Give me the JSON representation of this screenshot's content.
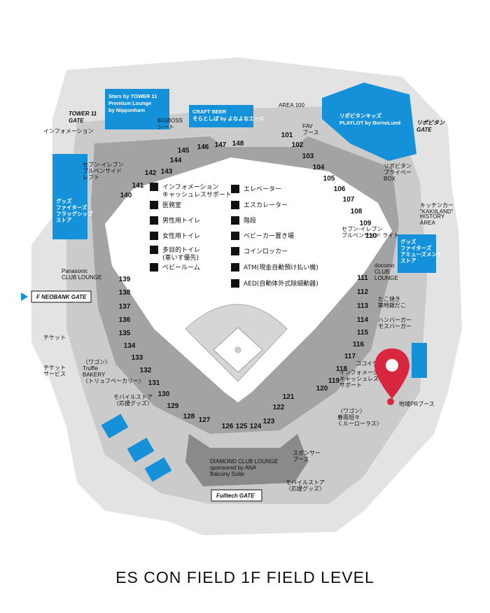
{
  "caption": "ES CON FIELD 1F FIELD LEVEL",
  "colors": {
    "concourse": "#c9c9c9",
    "seats": "#9c9c9c",
    "seats_dark": "#828282",
    "outer": "#e3e3e3",
    "field": "#ffffff",
    "blue": "#1591d9",
    "pin": "#d8263e"
  },
  "gates": {
    "tower11": "TOWER 11\nGATE",
    "neobank": "F NEOBANK GATE",
    "fulltech": "Fulltech GATE",
    "ribbitan": "リポビタン\nGATE"
  },
  "blue_areas": {
    "nipponham": "Stars by TOWER 11\nPremium Lounge\nby Nipponham",
    "craft_beer": "CRAFT BEER\nそらとしば by よなよなエール",
    "kids": "リポビタンキッズ\nPLAYLOT by BorneLund",
    "goods_left": "グッズ\nファイターズ\nフラッグシップ\nストア",
    "goods_right": "グッズ\nファイターズ\nアミューズメント\nストア"
  },
  "labels": {
    "info_top": "インフォメーション",
    "seven_left": "セブン-イレブン\nブルペンサイド\nレフト",
    "bigboss": "BIGBOSS\nシート",
    "area100": "AREA 100",
    "fav": "FAV\nブース",
    "seven_right": "セブン-イレブン\nブルペンサイド ライト",
    "kitchen": "キッチンカー\n\"KAKIILAND\"",
    "history": "HISTORY\nAREA",
    "docomo": "docomo\nCLUB\nLOUNGE",
    "panasonic": "Panasonic\nCLUB LOUNGE",
    "ticket": "チケット",
    "ticket_service": "チケット\nサービス",
    "truffle": "〈ワゴン〉\nTruffle\nBAKERY\n〈トリュフベーカリー〉",
    "mobile_left": "モバイルストア\n〈応援グッズ〉",
    "mobile_right": "モバイルストア\n〈応援グッズ〉",
    "diamond": "DIAMOND CLUB LOUNGE\nsponsored by ANA\nBalcony Suite",
    "sponsor": "スポンサー\nブース",
    "info_right": "インフォメーション\nキャッシュレス\nサポート",
    "local_pr": "地域PRブース",
    "hitsuki": "〈ワゴン〉\n春雨坦々\nくルーローラス〉",
    "hamburger": "ハンバーガー\nモスバーガー",
    "seki": "たこ焼き\n築地銀だこ",
    "coco": "ココイチ",
    "ribbitan_booth": "リポビタン\nブライベー\nBOX"
  },
  "legend": [
    {
      "icon": "info-icon",
      "text": "インフォメーション\nキャッシュレスサポート"
    },
    {
      "icon": "first-aid-icon",
      "text": "医務室"
    },
    {
      "icon": "mens-toilet-icon",
      "text": "男性用トイレ"
    },
    {
      "icon": "womens-toilet-icon",
      "text": "女性用トイレ"
    },
    {
      "icon": "multipurpose-toilet-icon",
      "text": "多目的トイレ\n(車いす優先)"
    },
    {
      "icon": "baby-room-icon",
      "text": "ベビールーム"
    },
    {
      "icon": "elevator-icon",
      "text": "エレベーター"
    },
    {
      "icon": "escalator-icon",
      "text": "エスカレーター"
    },
    {
      "icon": "stairs-icon",
      "text": "階段"
    },
    {
      "icon": "stroller-icon",
      "text": "ベビーカー置き場"
    },
    {
      "icon": "locker-icon",
      "text": "コインロッカー"
    },
    {
      "icon": "atm-icon",
      "text": "ATM(現金自動預け払い機)"
    },
    {
      "icon": "aed-icon",
      "text": "AED(自動体外式除細動器)"
    }
  ],
  "sections": {
    "top_left": [
      "145",
      "146",
      "147",
      "148",
      "144",
      "143",
      "142",
      "141",
      "140"
    ],
    "top_right": [
      "101",
      "102",
      "103",
      "104",
      "105",
      "106",
      "107",
      "108",
      "109",
      "110"
    ],
    "left": [
      "139",
      "138",
      "137",
      "136",
      "135",
      "134",
      "133",
      "132",
      "131",
      "130",
      "129",
      "128",
      "127"
    ],
    "bottom": [
      "126",
      "125",
      "124",
      "123",
      "122",
      "121"
    ],
    "right": [
      "111",
      "112",
      "113",
      "114",
      "115",
      "116",
      "117",
      "118",
      "119",
      "120"
    ]
  }
}
